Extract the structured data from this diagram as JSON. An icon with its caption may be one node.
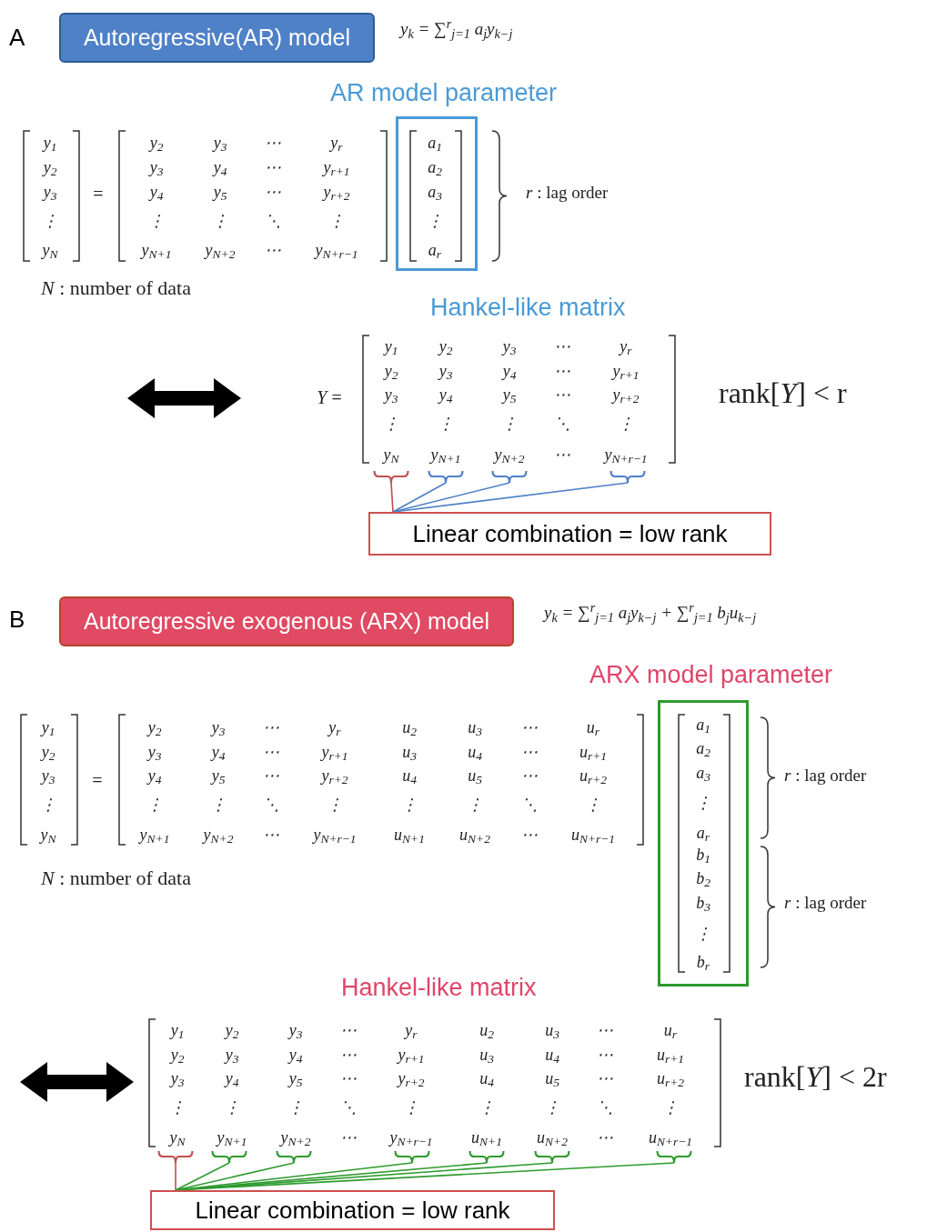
{
  "diagram": {
    "nodes": [
      {
        "text": [
          "Autoregressive(AR) model"
        ]
      },
      {
        "text": [
          "AR model parameter",
          "a$_{1}$",
          "a$_{2}$",
          "a$_{3}$",
          "⋮",
          "a$_{r}$"
        ]
      },
      {
        "text": [],
        "shape": "brace"
      },
      {
        "text": [],
        "shape": "brace"
      },
      {
        "text": [],
        "shape": "brace"
      },
      {
        "text": [],
        "shape": "brace"
      },
      {
        "text": [
          "Linear combination = low rank"
        ]
      },
      {
        "text": [
          "Autoregressive exogenous (ARX) model"
        ]
      },
      {
        "text": [
          "ARX model parameter",
          "a$_{1}$",
          "a$_{2}$",
          "a$_{3}$",
          "⋮",
          "a$_{r}$",
          "b$_{1}$",
          "b$_{2}$",
          "b$_{3}$",
          "⋮",
          "b$_{r}$"
        ]
      },
      {
        "text": [],
        "shape": "brace"
      },
      {
        "text": [],
        "shape": "brace"
      },
      {
        "text": [],
        "shape": "brace"
      },
      {
        "text": [],
        "shape": "brace"
      },
      {
        "text": [],
        "shape": "brace"
      },
      {
        "text": [],
        "shape": "brace"
      },
      {
        "text": [],
        "shape": "brace"
      },
      {
        "text": [
          "Linear combination = low rank"
        ]
      }
    ],
    "edges": [
      {
        "from": 6,
        "to": 2,
        "arrow": "none",
        "color": "#c0504d"
      },
      {
        "from": 6,
        "to": 3,
        "arrow": "none",
        "color": "#4f81c7"
      },
      {
        "from": 6,
        "to": 4,
        "arrow": "none",
        "color": "#4f81c7"
      },
      {
        "from": 6,
        "to": 5,
        "arrow": "none",
        "color": "#4f81c7"
      },
      {
        "from": 16,
        "to": 9,
        "arrow": "none",
        "color": "#c0504d"
      },
      {
        "from": 16,
        "to": 10,
        "arrow": "none",
        "color": "#2e9b2e"
      },
      {
        "from": 16,
        "to": 11,
        "arrow": "none",
        "color": "#2e9b2e"
      },
      {
        "from": 16,
        "to": 12,
        "arrow": "none",
        "color": "#2e9b2e"
      },
      {
        "from": 16,
        "to": 13,
        "arrow": "none",
        "color": "#2e9b2e"
      },
      {
        "from": 16,
        "to": 14,
        "arrow": "none",
        "color": "#2e9b2e"
      },
      {
        "from": 16,
        "to": 15,
        "arrow": "none",
        "color": "#2e9b2e"
      }
    ],
    "labels": [
      "A",
      "y$_{k}$ = ∑$^{r}$$_{j=1}$ a$_{j}$y$_{k−j}$",
      "y$_{1}$",
      "y$_{2}$",
      "y$_{3}$",
      "⋮",
      "y$_{N}$",
      "=",
      "y$_{2}$",
      "y$_{3}$",
      "⋯",
      "y$_{r}$",
      "y$_{3}$",
      "y$_{4}$",
      "⋯",
      "y$_{r+1}$",
      "y$_{4}$",
      "y$_{5}$",
      "⋯",
      "y$_{r+2}$",
      "⋮",
      "⋮",
      "⋱",
      "⋮",
      "y$_{N+1}$",
      "y$_{N+2}$",
      "⋯",
      "y$_{N+r−1}$",
      "*r* :  lag order",
      "*N* :  number of data",
      "Hankel-like matrix",
      "*Y* =",
      "y$_{1}$",
      "y$_{2}$",
      "y$_{3}$",
      "⋯",
      "y$_{r}$",
      "y$_{2}$",
      "y$_{3}$",
      "y$_{4}$",
      "⋯",
      "y$_{r+1}$",
      "y$_{3}$",
      "y$_{4}$",
      "y$_{5}$",
      "⋯",
      "y$_{r+2}$",
      "⋮",
      "⋮",
      "⋮",
      "⋱",
      "⋮",
      "y$_{N}$",
      "y$_{N+1}$",
      "y$_{N+2}$",
      "⋯",
      "y$_{N+r−1}$",
      "rank[*Y*] < r",
      "B",
      "y$_{k}$ = ∑$^{r}$$_{j=1}$ a$_{j}$y$_{k−j}$ + ∑$^{r}$$_{j=1}$ b$_{j}$u$_{k−j}$",
      "y$_{1}$",
      "y$_{2}$",
      "y$_{3}$",
      "⋮",
      "y$_{N}$",
      "=",
      "y$_{2}$",
      "y$_{3}$",
      "⋯",
      "y$_{r}$",
      "u$_{2}$",
      "u$_{3}$",
      "⋯",
      "u$_{r}$",
      "y$_{3}$",
      "y$_{4}$",
      "⋯",
      "y$_{r+1}$",
      "u$_{3}$",
      "u$_{4}$",
      "⋯",
      "u$_{r+1}$",
      "y$_{4}$",
      "y$_{5}$",
      "⋯",
      "y$_{r+2}$",
      "u$_{4}$",
      "u$_{5}$",
      "⋯",
      "u$_{r+2}$",
      "⋮",
      "⋮",
      "⋱",
      "⋮",
      "⋮",
      "⋮",
      "⋱",
      "⋮",
      "y$_{N+1}$",
      "y$_{N+2}$",
      "⋯",
      "y$_{N+r−1}$",
      "u$_{N+1}$",
      "u$_{N+2}$",
      "⋯",
      "u$_{N+r−1}$",
      "*r* :  lag order",
      "*r* :  lag order",
      "*N* :  number of data",
      "Hankel-like matrix",
      "y$_{1}$",
      "y$_{2}$",
      "y$_{3}$",
      "⋯",
      "y$_{r}$",
      "u$_{2}$",
      "u$_{3}$",
      "⋯",
      "u$_{r}$",
      "y$_{2}$",
      "y$_{3}$",
      "y$_{4}$",
      "⋯",
      "y$_{r+1}$",
      "u$_{3}$",
      "u$_{4}$",
      "⋯",
      "u$_{r+1}$",
      "y$_{3}$",
      "y$_{4}$",
      "y$_{5}$",
      "⋯",
      "y$_{r+2}$",
      "u$_{4}$",
      "u$_{5}$",
      "⋯",
      "u$_{r+2}$",
      "⋮",
      "⋮",
      "⋮",
      "⋱",
      "⋮",
      "⋮",
      "⋮",
      "⋱",
      "⋮",
      "y$_{N}$",
      "y$_{N+1}$",
      "y$_{N+2}$",
      "⋯",
      "y$_{N+r−1}$",
      "u$_{N+1}$",
      "u$_{N+2}$",
      "⋯",
      "u$_{N+r−1}$",
      "rank[*Y*] < 2r"
    ]
  }
}
